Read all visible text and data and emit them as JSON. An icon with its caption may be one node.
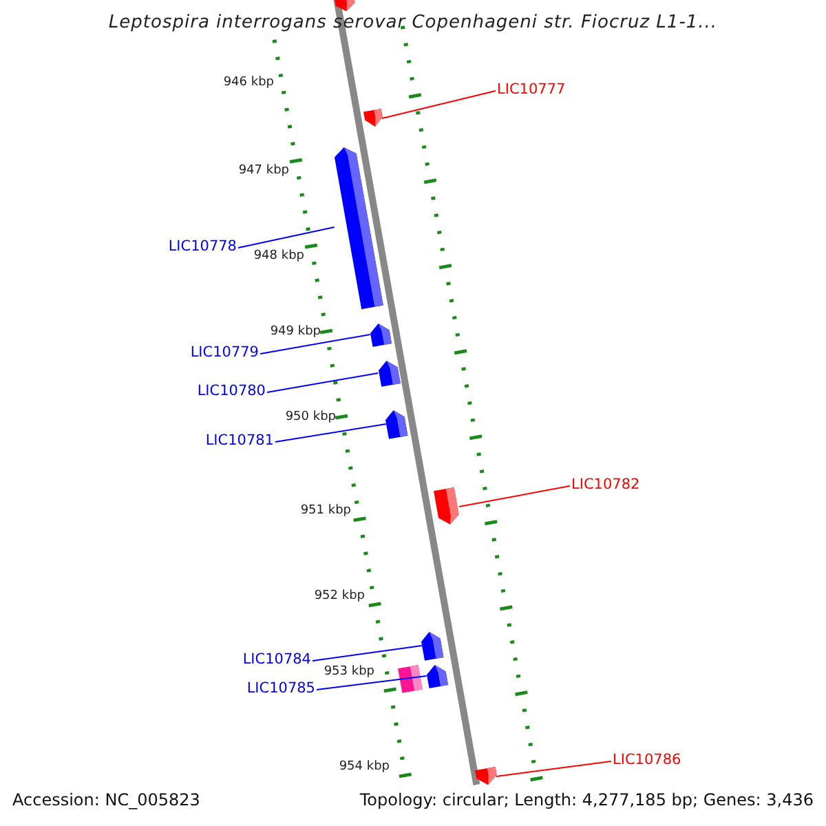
{
  "diagram": {
    "title": "Leptospira interrogans serovar Copenhageni str. Fiocruz L1-1...",
    "nodes": [
      {
        "text": [],
        "shape": "pentagon"
      },
      {
        "text": [
          "LIC10777"
        ]
      },
      {
        "text": [],
        "shape": "pentagon"
      },
      {
        "text": [],
        "shape": "pentagon"
      },
      {
        "text": [
          "LIC10778"
        ]
      },
      {
        "text": [],
        "shape": "pentagon"
      },
      {
        "text": [
          "LIC10779"
        ]
      },
      {
        "text": [],
        "shape": "pentagon"
      },
      {
        "text": [
          "LIC10780"
        ]
      },
      {
        "text": [],
        "shape": "pentagon"
      },
      {
        "text": [
          "LIC10781"
        ]
      },
      {
        "text": [
          "LIC10782"
        ]
      },
      {
        "text": [],
        "shape": "pentagon"
      },
      {
        "text": [],
        "shape": "pentagon"
      },
      {
        "text": [
          "LIC10784"
        ]
      },
      {
        "text": [],
        "shape": "pentagon"
      },
      {
        "text": [],
        "shape": "box"
      },
      {
        "text": [
          "LIC10785"
        ]
      },
      {
        "text": [
          "LIC10786"
        ]
      },
      {
        "text": [],
        "shape": "pentagon"
      }
    ],
    "edges": [
      {
        "from": 1,
        "to": 2,
        "arrow": "none",
        "color": "#ff0000"
      },
      {
        "from": 4,
        "to": 3,
        "arrow": "none"
      },
      {
        "from": 6,
        "to": 5,
        "arrow": "none"
      },
      {
        "from": 8,
        "to": 7,
        "arrow": "none"
      },
      {
        "from": 10,
        "to": 9,
        "arrow": "none"
      },
      {
        "from": 11,
        "to": 12,
        "arrow": "none",
        "color": "#ff0000"
      },
      {
        "from": 14,
        "to": 13,
        "arrow": "none"
      },
      {
        "from": 17,
        "to": 15,
        "arrow": "none"
      },
      {
        "from": 18,
        "to": 19,
        "arrow": "none",
        "color": "#ff0000"
      }
    ],
    "labels": [
      "946 kbp",
      "947 kbp",
      "948 kbp",
      "949 kbp",
      "950 kbp",
      "951 kbp",
      "952 kbp",
      "953 kbp",
      "954 kbp",
      "Accession: NC_005823",
      "Topology: circular; Length: 4,277,185 bp; Genes: 3,436"
    ]
  }
}
